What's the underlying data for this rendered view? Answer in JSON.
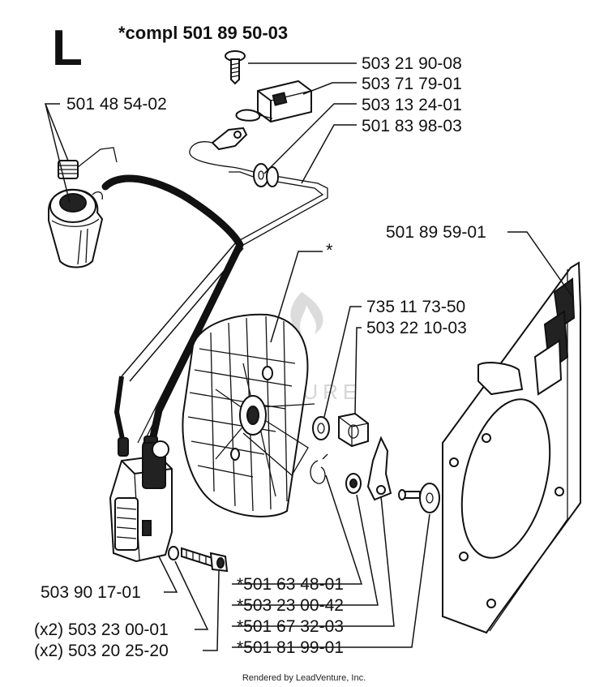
{
  "header": {
    "section_letter": "L",
    "complete_kit": "*compl 501 89 50-03"
  },
  "callouts": {
    "screw_top": "503 21 90-08",
    "switch": "503 71 79-01",
    "ground_lead": "503 13 24-01",
    "short_circuit_cable": "501 83 98-03",
    "spark_plug_cap": "501 48 54-02",
    "starter_pawl_plate": "501 89 59-01",
    "flywheel_marker": "*",
    "washer": "735 11 73-50",
    "nut": "503 22 10-03",
    "spring": "*501 63 48-01",
    "pawl_washer": "*503 23 00-42",
    "pawl": "*501 67 32-03",
    "pawl_screw": "*501 81 99-01",
    "ignition_module": "503 90 17-01",
    "module_washer": "(x2) 503 23 00-01",
    "module_screw": "(x2) 503 20 25-20"
  },
  "watermark": "VENTURE",
  "footer": {
    "credit": "Rendered by LeadVenture, Inc."
  }
}
